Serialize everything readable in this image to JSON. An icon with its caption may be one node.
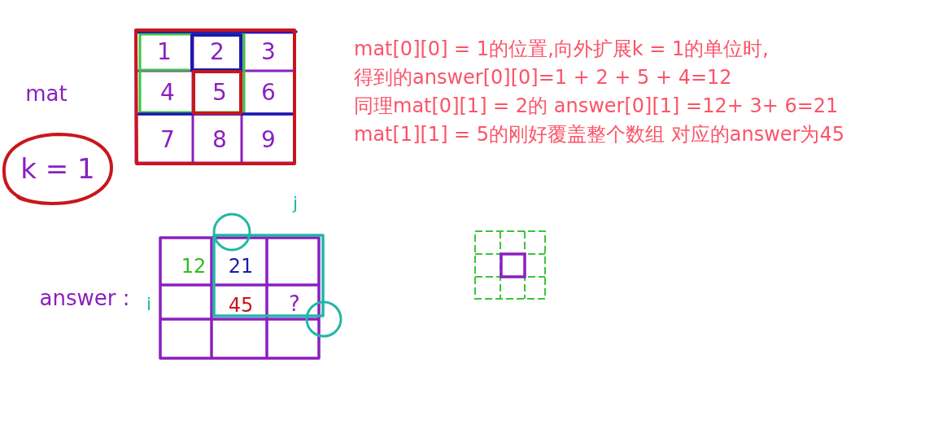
{
  "diagram": {
    "nodes": [
      {
        "text": [
          "k = 1"
        ]
      }
    ],
    "labels": [
      "1",
      "2",
      "3",
      "4",
      "5",
      "6",
      "7",
      "8",
      "9",
      "mat",
      "mat[0][0] = 1的位置,向外扩展k = 1的单位时,",
      "得到的answer[0][0]=1 + 2 + 5 + 4=12",
      "同理mat[0][1] = 2的 answer[0][1] =12+ 3+ 6=21",
      "mat[1][1] = 5的刚好覆盖整个数组 对应的answer为45",
      "j",
      "12",
      "21",
      "answer :",
      "i",
      "45",
      "?"
    ]
  }
}
